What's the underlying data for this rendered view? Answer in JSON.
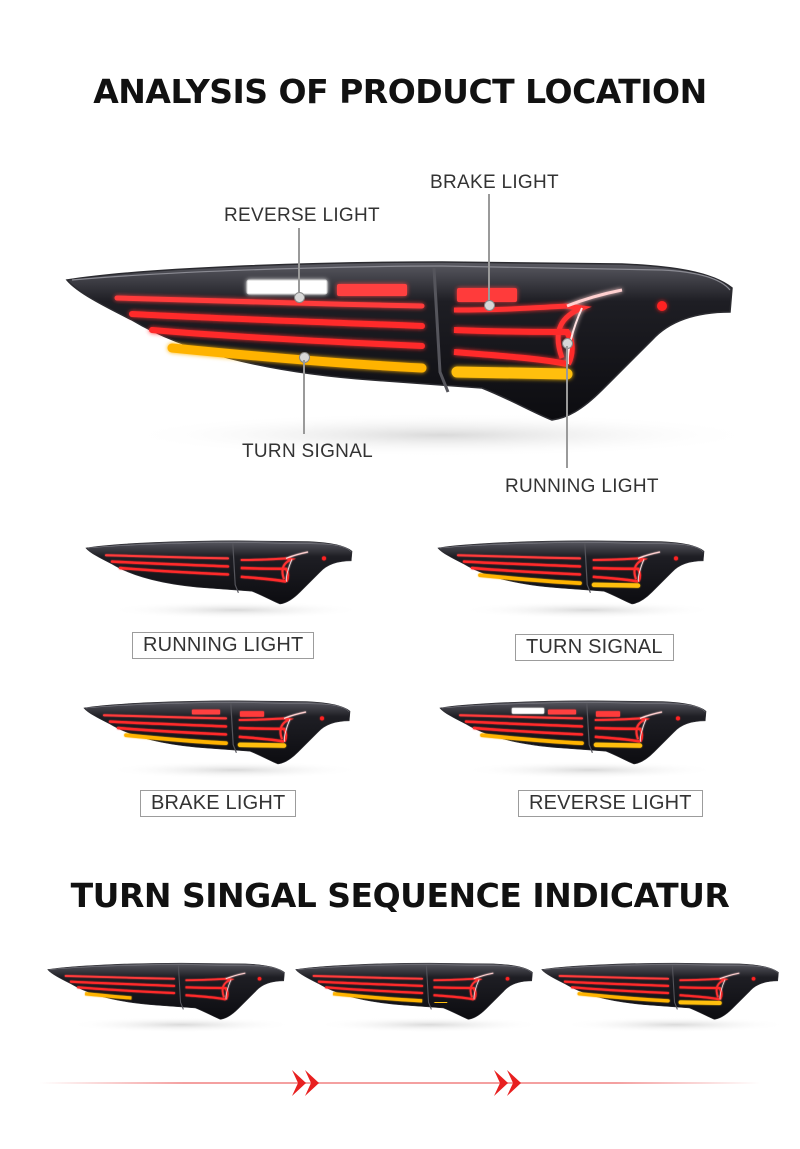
{
  "headings": {
    "location": "ANALYSIS OF PRODUCT LOCATION",
    "sequence": "TURN SINGAL SEQUENCE INDICATUR"
  },
  "callouts": {
    "reverse": "REVERSE LIGHT",
    "brake": "BRAKE LIGHT",
    "turn": "TURN SIGNAL",
    "running": "RUNNING LIGHT"
  },
  "modes": [
    {
      "label": "RUNNING LIGHT"
    },
    {
      "label": "TURN SIGNAL"
    },
    {
      "label": "BRAKE LIGHT"
    },
    {
      "label": "REVERSE LIGHT"
    }
  ],
  "colors": {
    "running_red": "#e8202a",
    "amber": "#ffb300",
    "reverse_white": "#ffffff",
    "housing": "#1a1a1f",
    "arrow_red": "#e82020"
  },
  "icons": {
    "sequence_arrow": "double-chevron-right-icon"
  }
}
